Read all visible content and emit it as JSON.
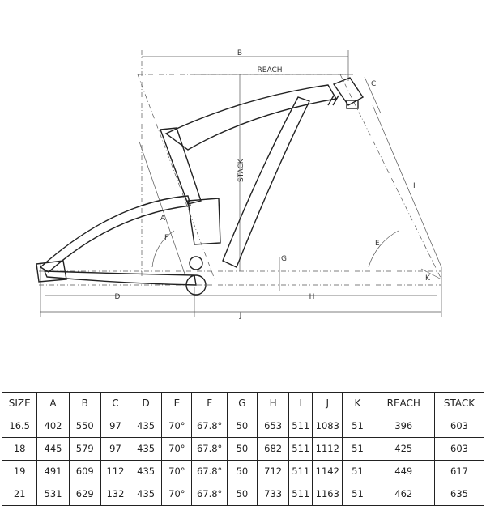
{
  "diagram": {
    "labels": {
      "b": "B",
      "reach": "REACH",
      "c": "C",
      "stack": "STACK",
      "a": "A",
      "i": "I",
      "e": "E",
      "f": "F",
      "g": "G",
      "k": "K",
      "d": "D",
      "h": "H",
      "j": "J"
    }
  },
  "table": {
    "headers": [
      "SIZE",
      "A",
      "B",
      "C",
      "D",
      "E",
      "F",
      "G",
      "H",
      "I",
      "J",
      "K",
      "REACH",
      "STACK"
    ],
    "rows": [
      [
        "16.5",
        "402",
        "550",
        "97",
        "435",
        "70°",
        "67.8°",
        "50",
        "653",
        "511",
        "1083",
        "51",
        "396",
        "603"
      ],
      [
        "18",
        "445",
        "579",
        "97",
        "435",
        "70°",
        "67.8°",
        "50",
        "682",
        "511",
        "1112",
        "51",
        "425",
        "603"
      ],
      [
        "19",
        "491",
        "609",
        "112",
        "435",
        "70°",
        "67.8°",
        "50",
        "712",
        "511",
        "1142",
        "51",
        "449",
        "617"
      ],
      [
        "21",
        "531",
        "629",
        "132",
        "435",
        "70°",
        "67.8°",
        "50",
        "733",
        "511",
        "1163",
        "51",
        "462",
        "635"
      ]
    ]
  }
}
